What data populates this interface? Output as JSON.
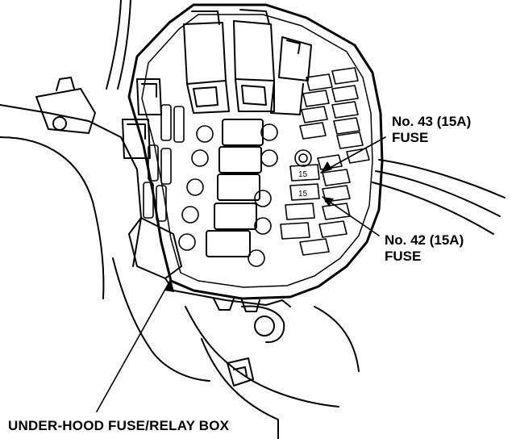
{
  "callouts": {
    "fuse_43": {
      "line1": "No. 43 (15A)",
      "line2": "FUSE"
    },
    "fuse_42": {
      "line1": "No. 42 (15A)",
      "line2": "FUSE"
    },
    "box": {
      "label": "UNDER-HOOD FUSE/RELAY BOX"
    }
  },
  "fuse_marks": {
    "upper": "15",
    "lower": "15"
  },
  "colors": {
    "ink": "#000000",
    "paper": "#ffffff"
  }
}
